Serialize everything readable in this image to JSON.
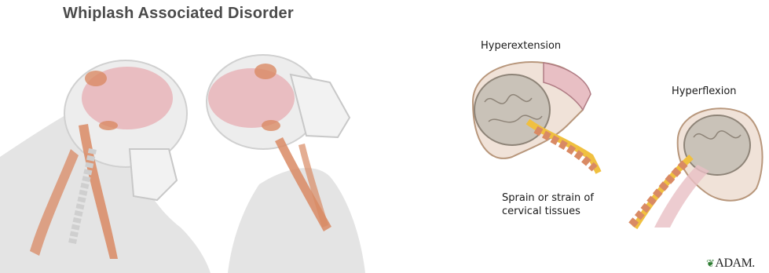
{
  "title": "Whiplash Associated Disorder",
  "labels": {
    "hyperextension": "Hyperextension",
    "hyperflexion": "Hyperflexion",
    "sprain_line1": "Sprain or strain of",
    "sprain_line2": "cervical tissues"
  },
  "logo": {
    "text": "ADAM.",
    "icon": "leaf-icon"
  },
  "colors": {
    "brain": "#e8b4b8",
    "muscle": "#d98a64",
    "skull": "#e6e6e6",
    "body": "#e2e2e2",
    "spinal_cord": "#f0c040"
  }
}
